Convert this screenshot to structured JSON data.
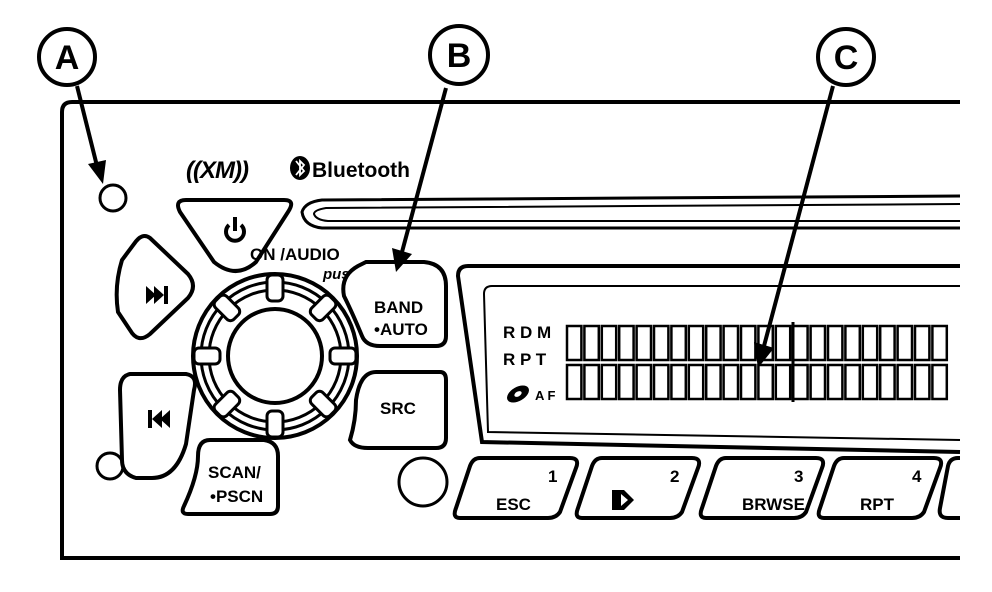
{
  "callouts": [
    {
      "id": "A",
      "label": "A"
    },
    {
      "id": "B",
      "label": "B"
    },
    {
      "id": "C",
      "label": "C"
    }
  ],
  "logos": {
    "xm": "((XM))",
    "bluetooth": "Bluetooth"
  },
  "knob": {
    "label": "ON /AUDIO",
    "sublabel": "push"
  },
  "buttons": {
    "power_icon": "power-icon",
    "seek_forward_icon": "skip-forward-icon",
    "seek_back_icon": "skip-back-icon",
    "band_line1": "BAND",
    "band_line2": "•AUTO",
    "src": "SRC",
    "scan_line1": "SCAN/",
    "scan_line2": "•PSCN"
  },
  "display": {
    "indicators_row1": "R D M",
    "indicators_row2": "R P T",
    "indicators_row3": "A F"
  },
  "presets": [
    {
      "number": "1",
      "label": "ESC"
    },
    {
      "number": "2",
      "label": "",
      "icon": "play-folder-icon"
    },
    {
      "number": "3",
      "label": "BRWSE"
    },
    {
      "number": "4",
      "label": "RPT"
    }
  ]
}
